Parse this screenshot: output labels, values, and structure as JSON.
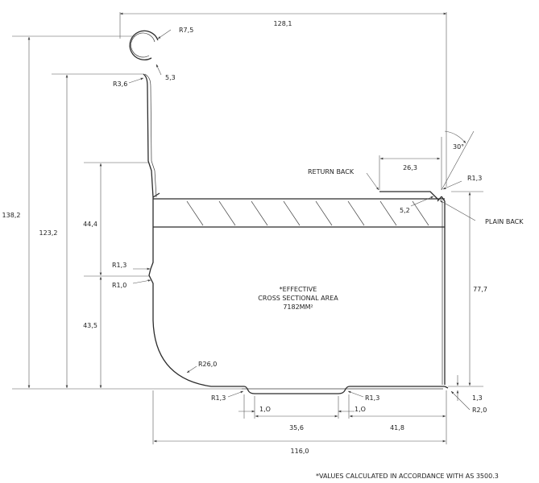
{
  "drawing": {
    "overall_width": "128,1",
    "total_height": "138,2",
    "height_to_bead": "123,2",
    "back_upper_height": "44,4",
    "back_lower_height": "43,5",
    "front_height": "77,7",
    "bead_radius": "R7,5",
    "bead_neck_radius": "R3,6",
    "bead_gap": "5,3",
    "return_back_length": "26,3",
    "front_angle": "30°",
    "front_top_radius": "R1,3",
    "plain_back_offset": "5,2",
    "step_radius_upper": "R1,3",
    "step_radius_lower": "R1,0",
    "base_radius_large": "R26,0",
    "base_radius_left": "R1,3",
    "base_radius_right": "R1,3",
    "stiffener_left_width": "1,O",
    "stiffener_right_width": "1,O",
    "stiffener_spacing": "35,6",
    "stiffener_to_front": "41,8",
    "base_width": "116,0",
    "base_step": "1,3",
    "base_front_radius": "R2,0",
    "label_return_back": "RETURN BACK",
    "label_plain_back": "PLAIN BACK",
    "area_line1": "*EFFECTIVE",
    "area_line2": "CROSS SECTIONAL AREA",
    "area_line3": "7182MM²",
    "footnote": "*VALUES CALCULATED IN ACCORDANCE WITH AS 3500.3"
  }
}
